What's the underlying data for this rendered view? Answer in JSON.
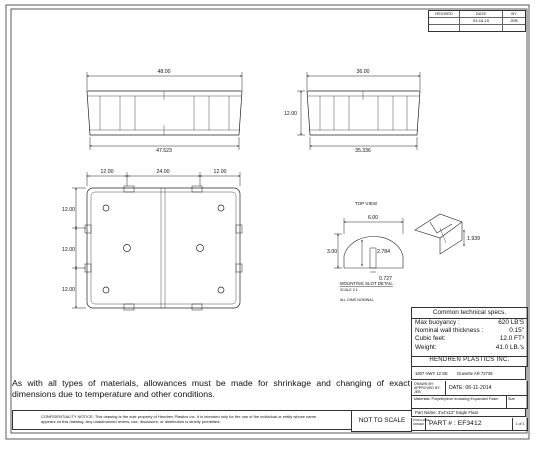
{
  "revision_block": {
    "headers": [
      "REVISED",
      "DATE",
      "BY"
    ],
    "rows": [
      [
        "",
        "03-16-15",
        "JEB"
      ]
    ]
  },
  "drawing": {
    "side_view": {
      "top_dim": "48.00",
      "bottom_dim": "47.523",
      "height_dim": "12.00"
    },
    "end_view": {
      "top_dim": "36.00",
      "bottom_dim": "35.336"
    },
    "top_plan": {
      "top_dims": [
        "12.00",
        "24.00",
        "12.00"
      ],
      "left_dims": [
        "12.00",
        "12.00",
        "12.00"
      ]
    },
    "slot_detail": {
      "view_label": "TOP VIEW",
      "width": "6.00",
      "height": "3.00",
      "inner_height": "2.784",
      "slot_width": "0.727",
      "title": "MOUNTING SLOT DETAIL",
      "scale": "SCALE 2:1",
      "note": "ALL DIMS NOMINAL"
    },
    "corner_detail": {
      "dim": "1.939"
    }
  },
  "specs": {
    "title": "Common technical specs.",
    "rows": [
      {
        "label": "Max buoyancy :",
        "value": "620 LB'S"
      },
      {
        "label": "Nominal wall thickness :",
        "value": "0.15\""
      },
      {
        "label": "Cubic feet:",
        "value": "12.0 FT³"
      },
      {
        "label": "Weight:",
        "value": "41.0 LB.'s"
      }
    ]
  },
  "company": "HENDREN PLASTICS INC.",
  "address": {
    "street": "1607 HWY 12 SE",
    "city": "Gravette AR 72736"
  },
  "drawn_by": {
    "label": "DRAWN BY:  APPROVED BY:",
    "value": "JEB",
    "date_label": "DATE:",
    "date": "06-11-2014"
  },
  "material": {
    "text": "Materials: Polyethylene encasing Expanded Foam",
    "size_label": "Size"
  },
  "part_name": "Part Name: 3'x4'x12\" Eagle Float",
  "part_number": {
    "small_label": "PURCHASE ORDER",
    "label": "PART # : EF3412",
    "sheet": "1 of 1"
  },
  "not_to_scale": "NOT TO SCALE",
  "confidentiality": "CONFIDENTIALITY NOTICE: This drawing is the sole property of Hendren Plastics Inc. It is intended only for the use of the individual or entity whose name appears on this drawing. Any unauthorized review, use, disclosure, or distribution is strictly prohibited.",
  "allowance_note": "As with all types of materials, allowances must be made for shrinkage and changing of exact dimensions due to temperature and other conditions."
}
